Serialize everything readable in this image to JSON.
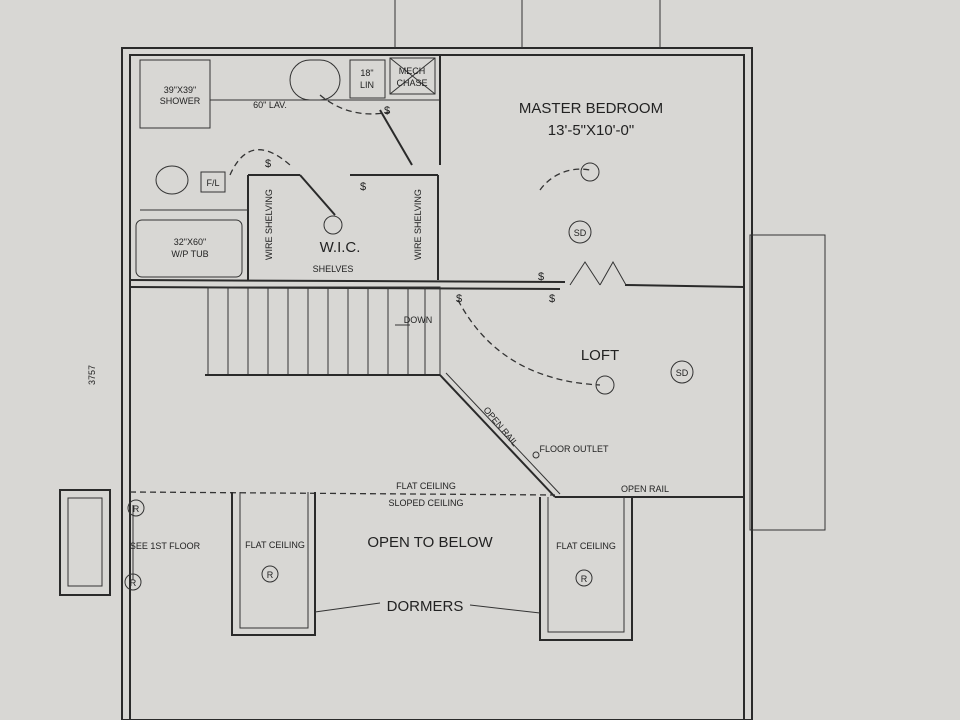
{
  "rooms": {
    "master_bedroom": "MASTER BEDROOM",
    "master_dims": "13'-5\"X10'-0\"",
    "shower_size": "39\"X39\"",
    "shower": "SHOWER",
    "lav": "60\" LAV.",
    "lin_size": "18\"",
    "lin": "LIN",
    "mech": "MECH",
    "chase": "CHASE",
    "fl": "F/L",
    "tub_size": "32\"X60\"",
    "tub": "W/P TUB",
    "wic": "W.I.C.",
    "wire_shelving_left": "WIRE SHELVING",
    "wire_shelving_right": "WIRE SHELVING",
    "shelves": "SHELVES",
    "loft": "LOFT",
    "down": "DOWN",
    "open_to_below": "OPEN TO BELOW",
    "dormers": "DORMERS"
  },
  "annotations": {
    "sd_bedroom": "SD",
    "sd_loft": "SD",
    "dimension_side": "3757",
    "open_rail_diag": "OPEN RAIL",
    "open_rail_horiz": "OPEN RAIL",
    "floor_outlet": "FLOOR OUTLET",
    "flat_ceiling": "FLAT CEILING",
    "sloped_ceiling": "SLOPED CEILING",
    "see_1st_floor": "SEE 1ST FLOOR",
    "flat_ceiling_left": "FLAT CEILING",
    "flat_ceiling_right": "FLAT CEILING",
    "r1": "R",
    "r2": "R",
    "r3": "R",
    "r4": "R",
    "switch": "$"
  }
}
